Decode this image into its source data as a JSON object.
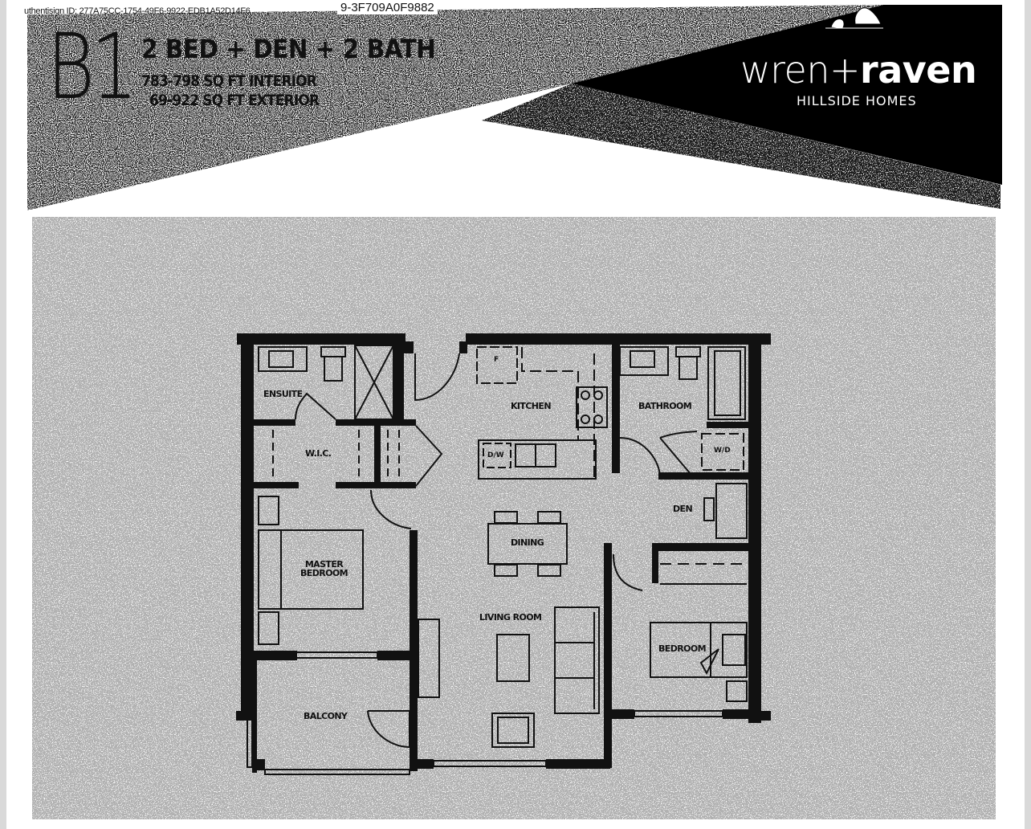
{
  "header": {
    "auth_line": "uthentisign ID: 277A75CC-1754-49F6-9922-EDB1A52D14F6",
    "doc_id": "9-3F709A0F9882",
    "unit_code": "B1",
    "unit_type": "2 BED + DEN + 2 BATH",
    "interior_sqft": "783-798 SQ FT INTERIOR",
    "exterior_sqft": "69-922 SQ FT EXTERIOR"
  },
  "brand": {
    "name_light": "wren",
    "name_plus": "+",
    "name_bold": "raven",
    "tagline": "HILLSIDE HOMES",
    "logo_icon": "birds-icon",
    "banner_color": "#000000"
  },
  "floorplan": {
    "rooms": [
      {
        "id": "ensuite",
        "label": "ENSUITE"
      },
      {
        "id": "wic",
        "label": "W.I.C."
      },
      {
        "id": "kitchen",
        "label": "KITCHEN"
      },
      {
        "id": "bathroom",
        "label": "BATHROOM"
      },
      {
        "id": "den",
        "label": "DEN"
      },
      {
        "id": "dining",
        "label": "DINING"
      },
      {
        "id": "master-bedroom",
        "label": "MASTER BEDROOM",
        "line1": "MASTER",
        "line2": "BEDROOM"
      },
      {
        "id": "living-room",
        "label": "LIVING ROOM"
      },
      {
        "id": "bedroom",
        "label": "BEDROOM"
      },
      {
        "id": "balcony",
        "label": "BALCONY"
      }
    ],
    "fixtures": {
      "fridge": "F",
      "dishwasher": "D/W",
      "washer_dryer": "W/D"
    }
  }
}
